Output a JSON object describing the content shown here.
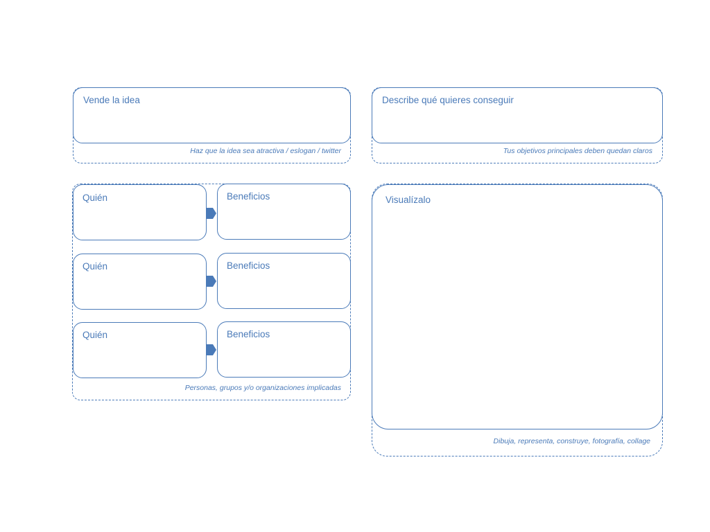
{
  "sell_idea": {
    "title": "Vende la idea",
    "caption": "Haz que la idea sea atractiva / eslogan / twitter"
  },
  "goals": {
    "title": "Describe qué quieres conseguir",
    "caption": "Tus objetivos principales deben quedan claros"
  },
  "stakeholders": {
    "caption": "Personas, grupos y/o organizaciones implicadas",
    "rows": [
      {
        "who": "Quién",
        "benefits": "Beneficios"
      },
      {
        "who": "Quién",
        "benefits": "Beneficios"
      },
      {
        "who": "Quién",
        "benefits": "Beneficios"
      }
    ]
  },
  "visualize": {
    "title": "Visualízalo",
    "caption": "Dibuja, representa, construye, fotografía, collage"
  },
  "colors": {
    "accent": "#4a7ab8",
    "arrow": "#4a7ab8"
  }
}
